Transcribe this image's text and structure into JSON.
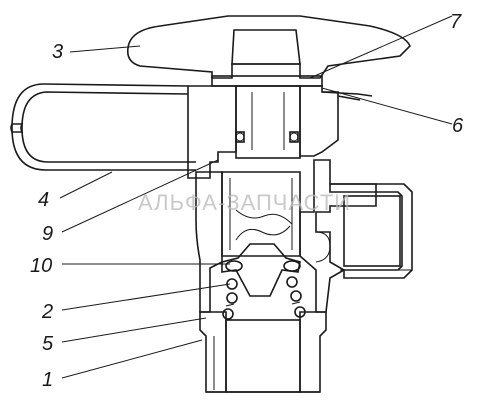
{
  "watermark": "АЛЬФА-ЗАПЧАСТИ",
  "callouts": [
    {
      "id": "3",
      "label": "3"
    },
    {
      "id": "7",
      "label": "7"
    },
    {
      "id": "6",
      "label": "6"
    },
    {
      "id": "4",
      "label": "4"
    },
    {
      "id": "9",
      "label": "9"
    },
    {
      "id": "10",
      "label": "10"
    },
    {
      "id": "2",
      "label": "2"
    },
    {
      "id": "5",
      "label": "5"
    },
    {
      "id": "1",
      "label": "1"
    }
  ]
}
